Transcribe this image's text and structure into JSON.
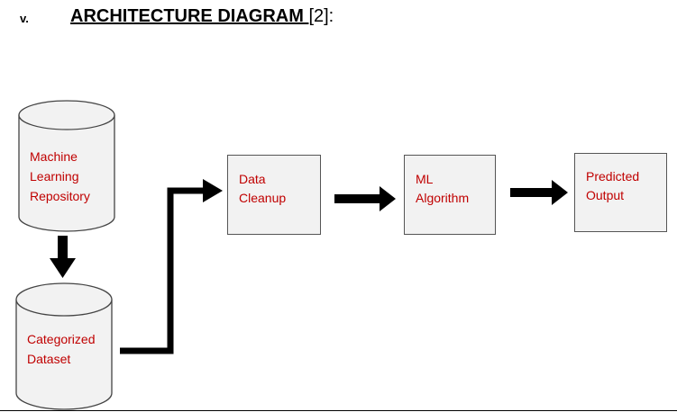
{
  "header": {
    "number": "v.",
    "title": "ARCHITECTURE DIAGRAM ",
    "reference": "[2]:"
  },
  "diagram": {
    "repository": {
      "label": "Machine\nLearning\nRepository"
    },
    "dataset": {
      "label": "Categorized\nDataset"
    },
    "cleanup": {
      "label": "Data\nCleanup"
    },
    "algorithm": {
      "label": "ML\nAlgorithm"
    },
    "output": {
      "label": "Predicted\nOutput"
    }
  },
  "colors": {
    "label_text": "#c00000",
    "box_fill": "#f2f2f2",
    "arrow": "#000000"
  }
}
